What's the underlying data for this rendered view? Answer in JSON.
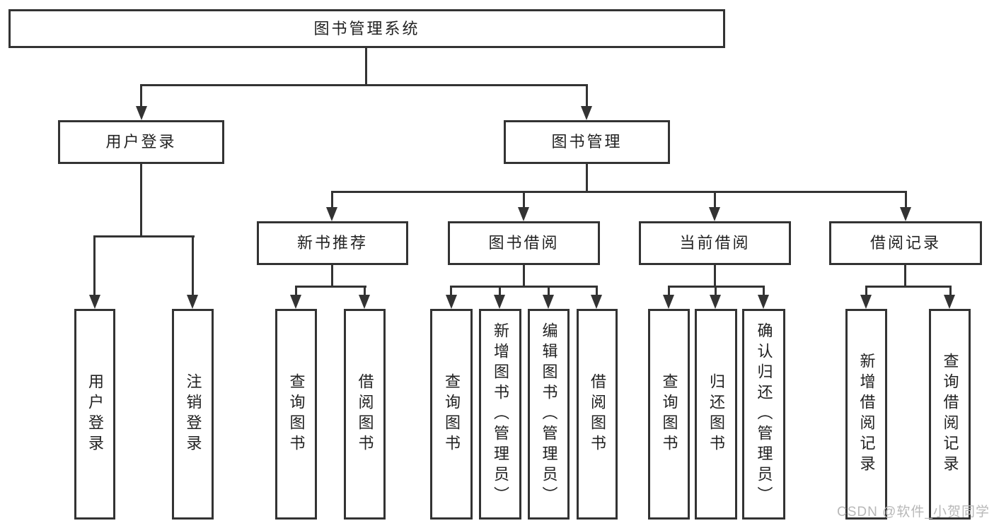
{
  "nodes": {
    "root": "图书管理系统",
    "level2": [
      "用户登录",
      "图书管理"
    ],
    "level3": [
      "新书推荐",
      "图书借阅",
      "当前借阅",
      "借阅记录"
    ],
    "login_children": [
      "用户登录",
      "注销登录"
    ],
    "recommend_children": [
      "查询图书",
      "借阅图书"
    ],
    "borrow_children": [
      "查询图书",
      "新增图书（管理员）",
      "编辑图书（管理员）",
      "借阅图书"
    ],
    "current_children": [
      "查询图书",
      "归还图书",
      "确认归还（管理员）"
    ],
    "records_children": [
      "新增借阅记录",
      "查询借阅记录"
    ]
  },
  "watermark": "CSDN @软件_小贺同学",
  "colors": {
    "line": "#333333",
    "box_border": "#333333",
    "box_background": "#ffffff",
    "text": "#222222",
    "watermark": "#b8b8b8",
    "page_background": "#ffffff"
  }
}
